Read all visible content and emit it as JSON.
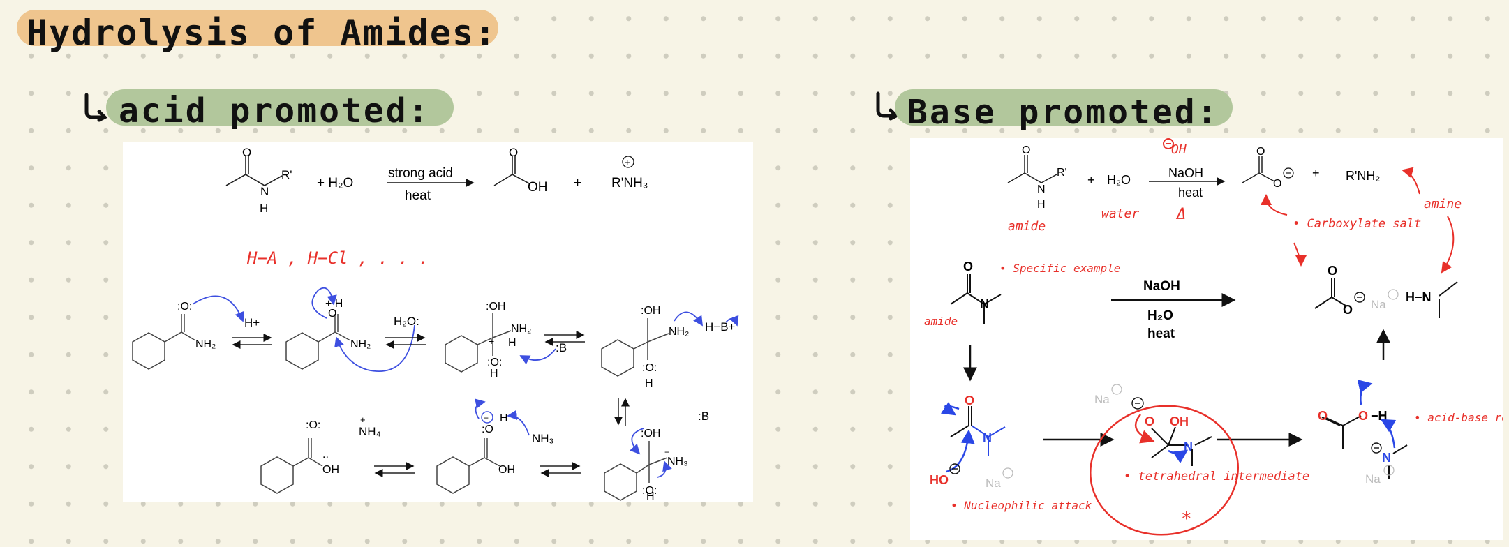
{
  "headings": {
    "title": "Hydrolysis of Amides:",
    "acid": "acid promoted:",
    "base": "Base promoted:"
  },
  "acid": {
    "reagent": "strong acid",
    "condition": "heat",
    "water": "+ H₂O",
    "plus": "+",
    "product_acid_oh": "OH",
    "product_ammonium": "R'NH₃",
    "amide_r": "R'",
    "amide_n": "N",
    "amide_h": "H",
    "acid_examples": "H−A , H−Cl , . . .",
    "mech_labels": {
      "h_plus": "H+",
      "h2o": "H₂O:",
      "base": ":B",
      "hb": "H−B+",
      "nh4": "NH₄",
      "nh3": "NH₃",
      "base2": ":B"
    }
  },
  "base": {
    "oh_note": "OH",
    "reagent": "NaOH",
    "condition": "heat",
    "water": "H₂O",
    "plus": "+",
    "amine_product": "R'NH₂",
    "label_amide": "amide",
    "label_water": "water",
    "label_delta": "Δ",
    "label_carboxylate": "Carboxylate salt",
    "label_amine": "amine",
    "label_specific": "Specific example",
    "label_amide2": "amide",
    "naoh_bold": "NaOH",
    "h2o_bold": "H₂O",
    "heat_bold": "heat",
    "na": "Na",
    "label_nucleophilic": "Nucleophilic attack",
    "label_tetrahedral": "tetrahedral intermediate",
    "label_star": "*",
    "label_acid_base": "acid-base reaction"
  }
}
